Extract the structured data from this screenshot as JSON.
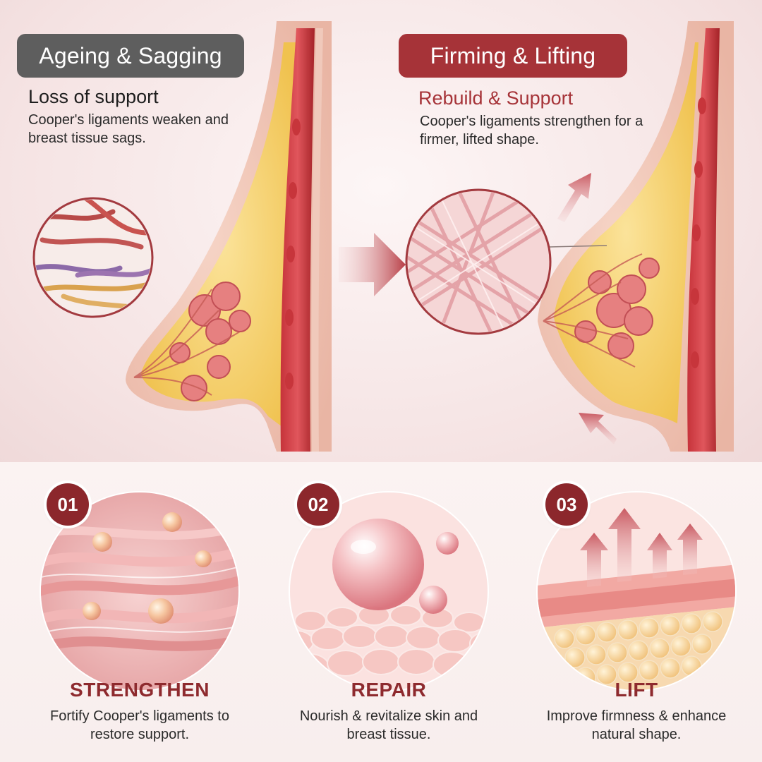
{
  "before": {
    "badge": "Ageing & Sagging",
    "heading": "Loss of support",
    "description": "Cooper's ligaments weaken and breast tissue sags."
  },
  "after": {
    "badge": "Firming & Lifting",
    "heading": "Rebuild & Support",
    "description": "Cooper's ligaments strengthen for a firmer, lifted shape."
  },
  "steps": [
    {
      "number": "01",
      "title": "STRENGTHEN",
      "description": "Fortify Cooper's ligaments to restore support."
    },
    {
      "number": "02",
      "title": "REPAIR",
      "description": "Nourish & revitalize skin and breast tissue."
    },
    {
      "number": "03",
      "title": "LIFT",
      "description": "Improve firmness & enhance natural shape."
    }
  ],
  "colors": {
    "accent": "#a63338",
    "dark_badge": "#5e5e5e",
    "step_number_bg": "#8c272c"
  }
}
